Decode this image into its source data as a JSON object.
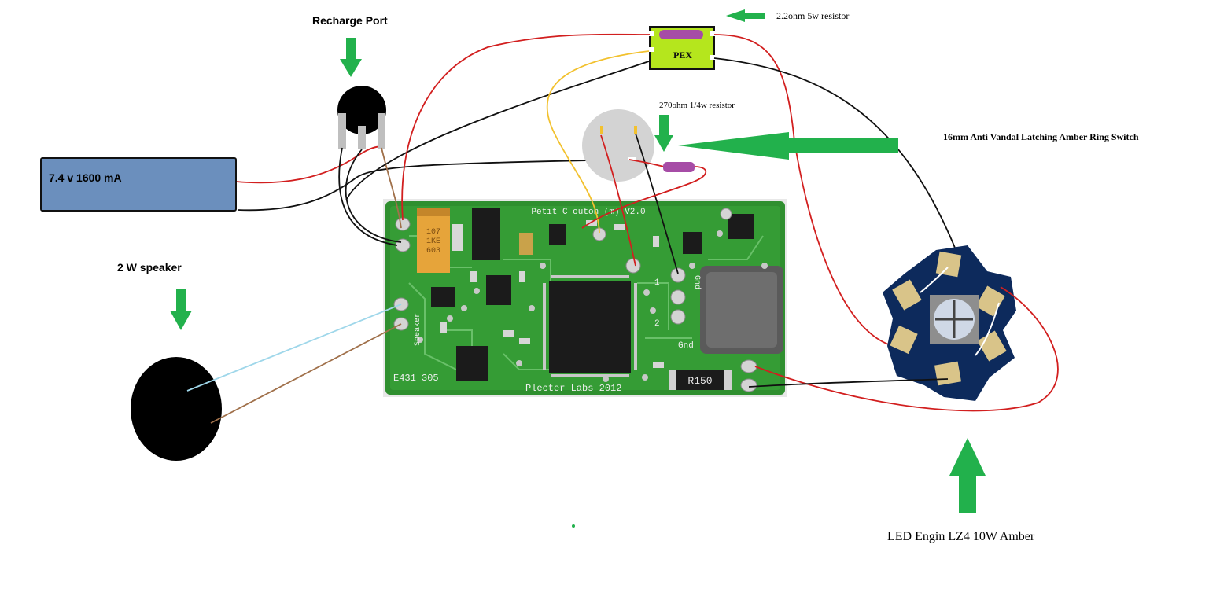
{
  "labels": {
    "recharge_port": "Recharge Port",
    "resistor_2_2ohm": "2.2ohm 5w resistor",
    "pex": "PEX",
    "resistor_270ohm": "270ohm 1/4w resistor",
    "switch": "16mm Anti Vandal Latching Amber Ring Switch",
    "battery": "7.4 v  1600 mA",
    "speaker": "2 W speaker",
    "led": "LED Engin LZ4 10W Amber"
  },
  "board": {
    "title": "Petit C outon (m) V2.0",
    "serial": "E431 305",
    "maker": "Plecter Labs 2012",
    "resistor_marking": "R150",
    "capacitor_marking": [
      "107",
      "1KE",
      "603"
    ],
    "pin_labels": {
      "speaker": "Speaker",
      "gnd": "Gnd",
      "one": "1",
      "two": "2",
      "gnd2": "Gnd"
    }
  },
  "colors": {
    "arrow": "#22b14c",
    "wire_red": "#d21f1f",
    "wire_black": "#111111",
    "wire_yellow": "#f2c12e",
    "wire_blue": "#9fd7ea",
    "wire_brown": "#a0704a",
    "resistor": "#a64ca6",
    "pex_body": "#b5e61d",
    "battery": "#6b8fbd",
    "pcb": "#2e8b2e",
    "led_star": "#0d2a5c"
  }
}
